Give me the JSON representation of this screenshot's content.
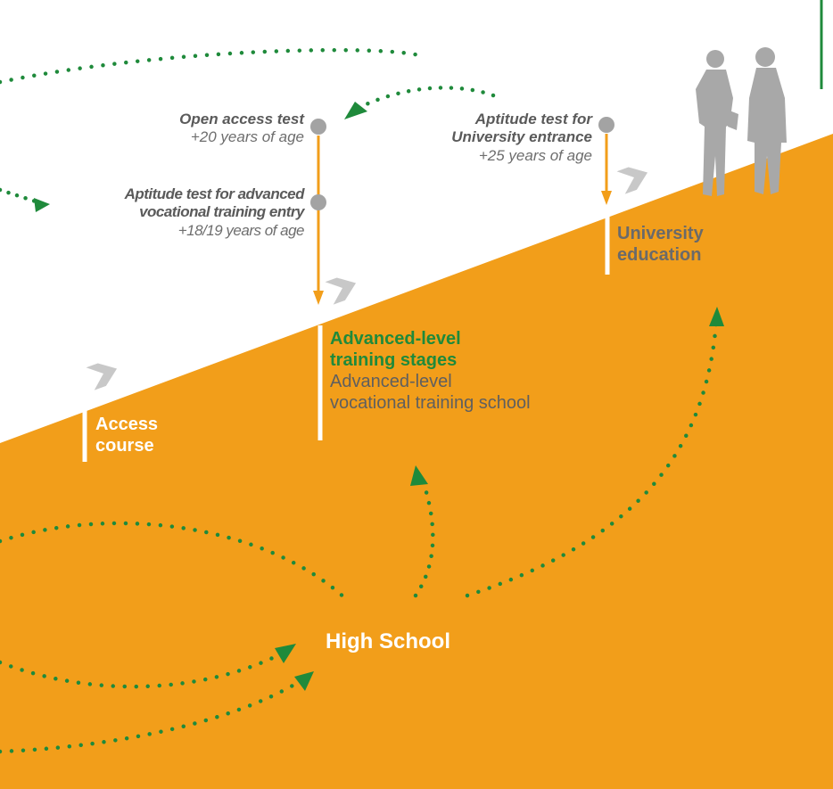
{
  "colors": {
    "orange": "#f29e1a",
    "green": "#1f8a3b",
    "gray_marker": "#a3a3a3",
    "white": "#ffffff"
  },
  "icons": {
    "gray_chevron": "chevron-right-icon",
    "people": "people-silhouette-icon"
  },
  "tests": {
    "open_access": {
      "title": "Open access test",
      "age": "+20 years of age"
    },
    "advanced_vocational": {
      "title_line1": "Aptitude test for advanced",
      "title_line2": "vocational training entry",
      "age": "+18/19 years of age"
    },
    "university": {
      "title_line1": "Aptitude test for",
      "title_line2": "University entrance",
      "age": "+25 years of age"
    }
  },
  "stages": {
    "access_course": {
      "line1": "Access",
      "line2": "course"
    },
    "advanced": {
      "line1": "Advanced-level",
      "line2": "training stages",
      "sub1": "Advanced-level",
      "sub2": "vocational training school"
    },
    "university": {
      "line1": "University",
      "line2": "education"
    },
    "high_school": "High School"
  }
}
